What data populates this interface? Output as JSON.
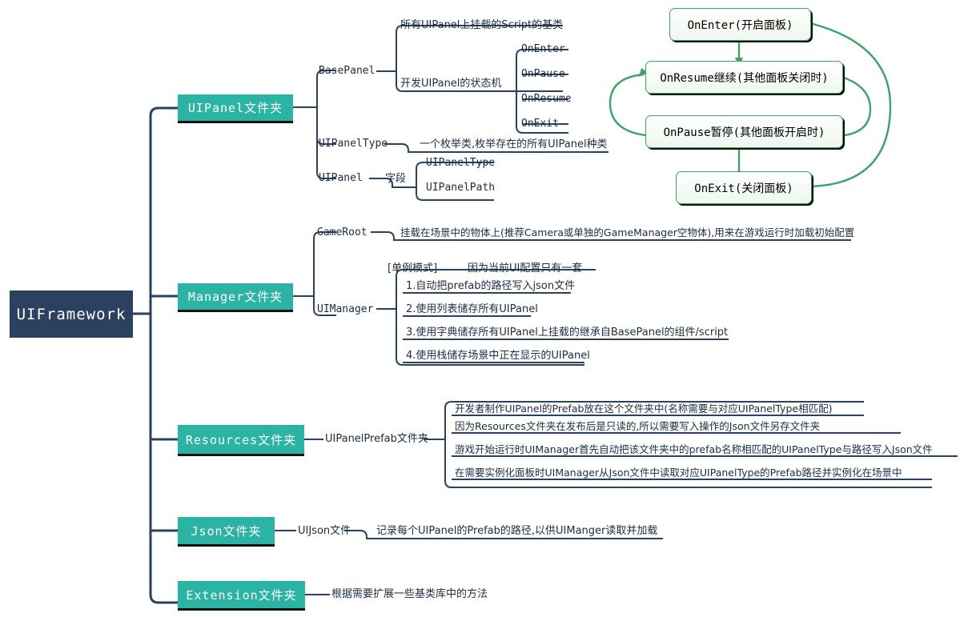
{
  "colors": {
    "root_bg": "#2a4260",
    "category_bg": "#2bb3a3",
    "branch_line": "#2a4260",
    "state_border": "#3aa469",
    "text": "#1b2c42"
  },
  "root": {
    "label": "UIFramework"
  },
  "branches": [
    {
      "id": "uipanel-folder",
      "label": "UIPanel文件夹",
      "children": [
        {
          "label": "BasePanel",
          "notes": [
            "所有UIPanel上挂载的Script的基类",
            "开发UIPanel的状态机"
          ],
          "states": [
            "OnEnter",
            "OnPause",
            "OnResume",
            "OnExit"
          ]
        },
        {
          "label": "UIPanelType",
          "notes": [
            "一个枚举类,枚举存在的所有UIPanel种类"
          ]
        },
        {
          "label": "UIPanel",
          "notes": [
            "字段"
          ],
          "fields": [
            "UIPanelType",
            "UIPanelPath"
          ]
        }
      ]
    },
    {
      "id": "manager-folder",
      "label": "Manager文件夹",
      "children": [
        {
          "label": "GameRoot",
          "notes": [
            "挂载在场景中的物体上(推荐Camera或单独的GameManager空物体),用来在游戏运行时加载初始配置"
          ]
        },
        {
          "label": "UIManager",
          "header_left": "[单例模式]",
          "header_right": "因为当前UI配置只有一套",
          "items": [
            "1.自动把prefab的路径写入json文件",
            "2.使用列表储存所有UIPanel",
            "3.使用字典储存所有UIPanel上挂载的继承自BasePanel的组件/script",
            "4.使用栈储存场景中正在显示的UIPanel"
          ]
        }
      ]
    },
    {
      "id": "resources-folder",
      "label": "Resources文件夹",
      "children": [
        {
          "label": "UIPanelPrefab文件夹",
          "items": [
            "开发者制作UIPanel的Prefab放在这个文件夹中(名称需要与对应UIPanelType相匹配)",
            "因为Resources文件夹在发布后是只读的,所以需要写入操作的Json文件另存文件夹",
            "游戏开始运行时UIManager首先自动把该文件夹中的prefab名称相匹配的UIPanelType与路径写入Json文件",
            "在需要实例化面板时UIManager从Json文件中读取对应UIPanelType的Prefab路径并实例化在场景中"
          ]
        }
      ]
    },
    {
      "id": "json-folder",
      "label": "Json文件夹",
      "children": [
        {
          "label": "UIJson文件",
          "items": [
            "记录每个UIPanel的Prefab的路径,以供UIManger读取并加载"
          ]
        }
      ]
    },
    {
      "id": "extension-folder",
      "label": "Extension文件夹",
      "children": [
        {
          "label": "根据需要扩展一些基类库中的方法"
        }
      ]
    }
  ],
  "state_machine": {
    "nodes": [
      {
        "id": "on-enter",
        "label": "OnEnter(开启面板)"
      },
      {
        "id": "on-resume",
        "label": "OnResume继续(其他面板关闭时)"
      },
      {
        "id": "on-pause",
        "label": "OnPause暂停(其他面板开启时)"
      },
      {
        "id": "on-exit",
        "label": "OnExit(关闭面板)"
      }
    ]
  }
}
